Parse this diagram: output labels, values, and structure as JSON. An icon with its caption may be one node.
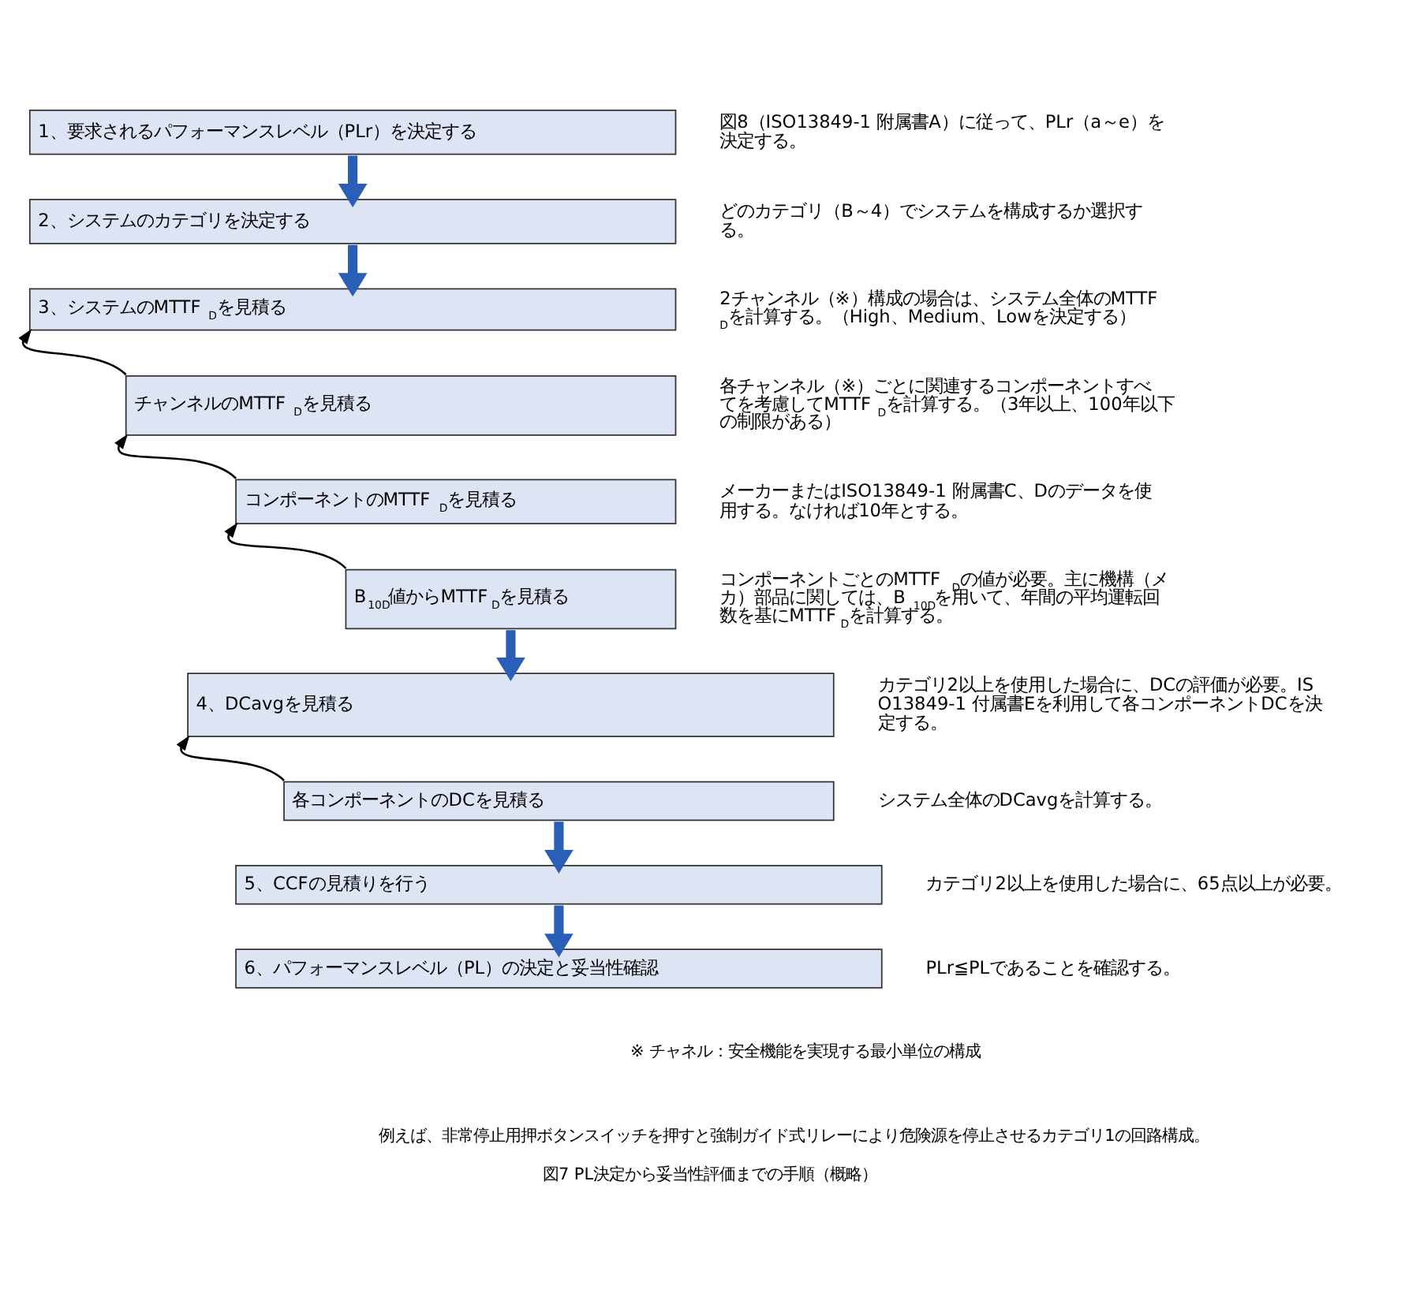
{
  "diagram": {
    "caption": "図7 PL決定から妥当性評価までの手順（概略）",
    "nodes": [
      {
        "text": [
          "1、要求されるパフォーマンスレベル（PLr）を決定する"
        ],
        "beside": [
          "図8（ISO13849-1 附属書A）に従って、PLr（a～e）を決定する。"
        ]
      },
      {
        "text": [
          "2、システムのカテゴリを決定する"
        ],
        "beside": [
          "どのカテゴリ（B～4）でシステムを構成するか選択する。"
        ]
      },
      {
        "text": [
          "3、システムのMTTF$_{D}$を見積る"
        ],
        "beside": [
          "2チャンネル（※）構成の場合は、システム全体のMTTF$_{D}$を計算する。（High、Medium、Lowを決定する）"
        ]
      },
      {
        "text": [
          "チャンネルのMTTF$_{D}$を見積る"
        ],
        "beside": [
          "各チャンネル（※）ごとに関連するコンポーネントすべてを考慮してMTTF$_{D}$を計算する。（3年以上、100年以下の制限がある）"
        ]
      },
      {
        "text": [
          "コンポーネントのMTTF$_{D}$を見積る"
        ],
        "beside": [
          "メーカーまたはISO13849-1 附属書C、Dのデータを使用する。なければ10年とする。"
        ]
      },
      {
        "text": [
          "B$_{10D}$値からMTTF$_{D}$を見積る"
        ],
        "beside": [
          "コンポーネントごとのMTTF$_{D}$の値が必要。主に機構（メカ）部品に関しては、B$_{10D}$を用いて、年間の平均運転回数を基にMTTF$_{D}$を計算する。"
        ]
      },
      {
        "text": [
          "4、DCavgを見積る"
        ],
        "beside": [
          "カテゴリ2以上を使用した場合に、DCの評価が必要。ISO13849-1 付属書Eを利用して各コンポーネントDCを決定する。"
        ]
      },
      {
        "text": [
          "各コンポーネントのDCを見積る"
        ],
        "beside": [
          "システム全体のDCavgを計算する。"
        ]
      },
      {
        "text": [
          "5、CCFの見積りを行う"
        ],
        "beside": [
          "カテゴリ2以上を使用した場合に、65点以上が必要。"
        ]
      },
      {
        "text": [
          "6、パフォーマンスレベル（PL）の決定と妥当性確認"
        ],
        "beside": [
          "PLr≦PLであることを確認する。"
        ]
      }
    ],
    "edges": [
      {
        "from": 0,
        "to": 1,
        "arrow": "to"
      },
      {
        "from": 1,
        "to": 2,
        "arrow": "to"
      },
      {
        "from": 3,
        "to": 2,
        "arrow": "to",
        "color": "#000000"
      },
      {
        "from": 4,
        "to": 3,
        "arrow": "to",
        "color": "#000000"
      },
      {
        "from": 5,
        "to": 4,
        "arrow": "to",
        "color": "#000000"
      },
      {
        "from": 5,
        "to": 6,
        "arrow": "to"
      },
      {
        "from": 7,
        "to": 6,
        "arrow": "to",
        "color": "#000000"
      },
      {
        "from": 7,
        "to": 8,
        "arrow": "to"
      },
      {
        "from": 8,
        "to": 9,
        "arrow": "to"
      }
    ],
    "labels": [
      "※ チャネル：安全機能を実現する最小単位の構成",
      "例えば、非常停止用押ボタンスイッチを押すと強制ガイド式リレーにより危険源を停止させるカテゴリ1の回路構成。"
    ]
  }
}
